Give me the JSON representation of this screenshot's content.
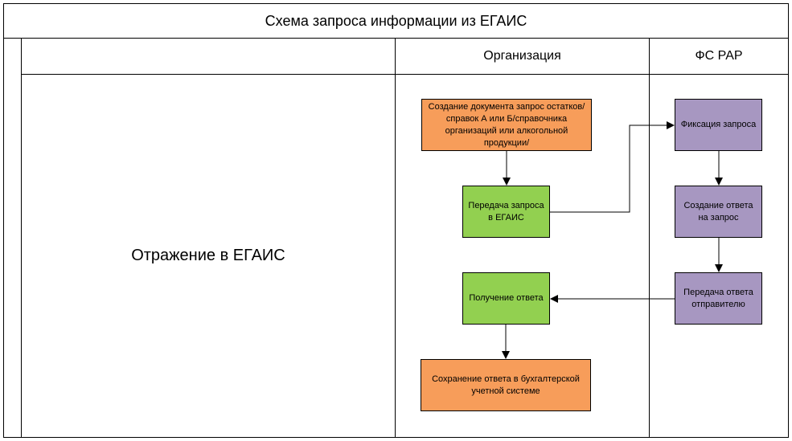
{
  "diagram": {
    "title": "Схема запроса информации из ЕГАИС",
    "lanes": {
      "organization": "Организация",
      "fsrar": "ФС РАР"
    },
    "row_label": "Отражение в ЕГАИС",
    "nodes": {
      "create_request": "Создание документа запрос остатков/справок А или Б/справочника организаций или алкогольной продукции/",
      "send_request": "Передача запроса в ЕГАИС",
      "receive_response": "Получение ответа",
      "save_response": "Сохранение ответа в бухгалтерской учетной системе",
      "register_request": "Фиксация запроса",
      "create_response": "Создание ответа на запрос",
      "send_response": "Передача ответа отправителю"
    },
    "colors": {
      "orange": "#f79d5a",
      "green": "#92d050",
      "purple": "#a797c1"
    }
  }
}
